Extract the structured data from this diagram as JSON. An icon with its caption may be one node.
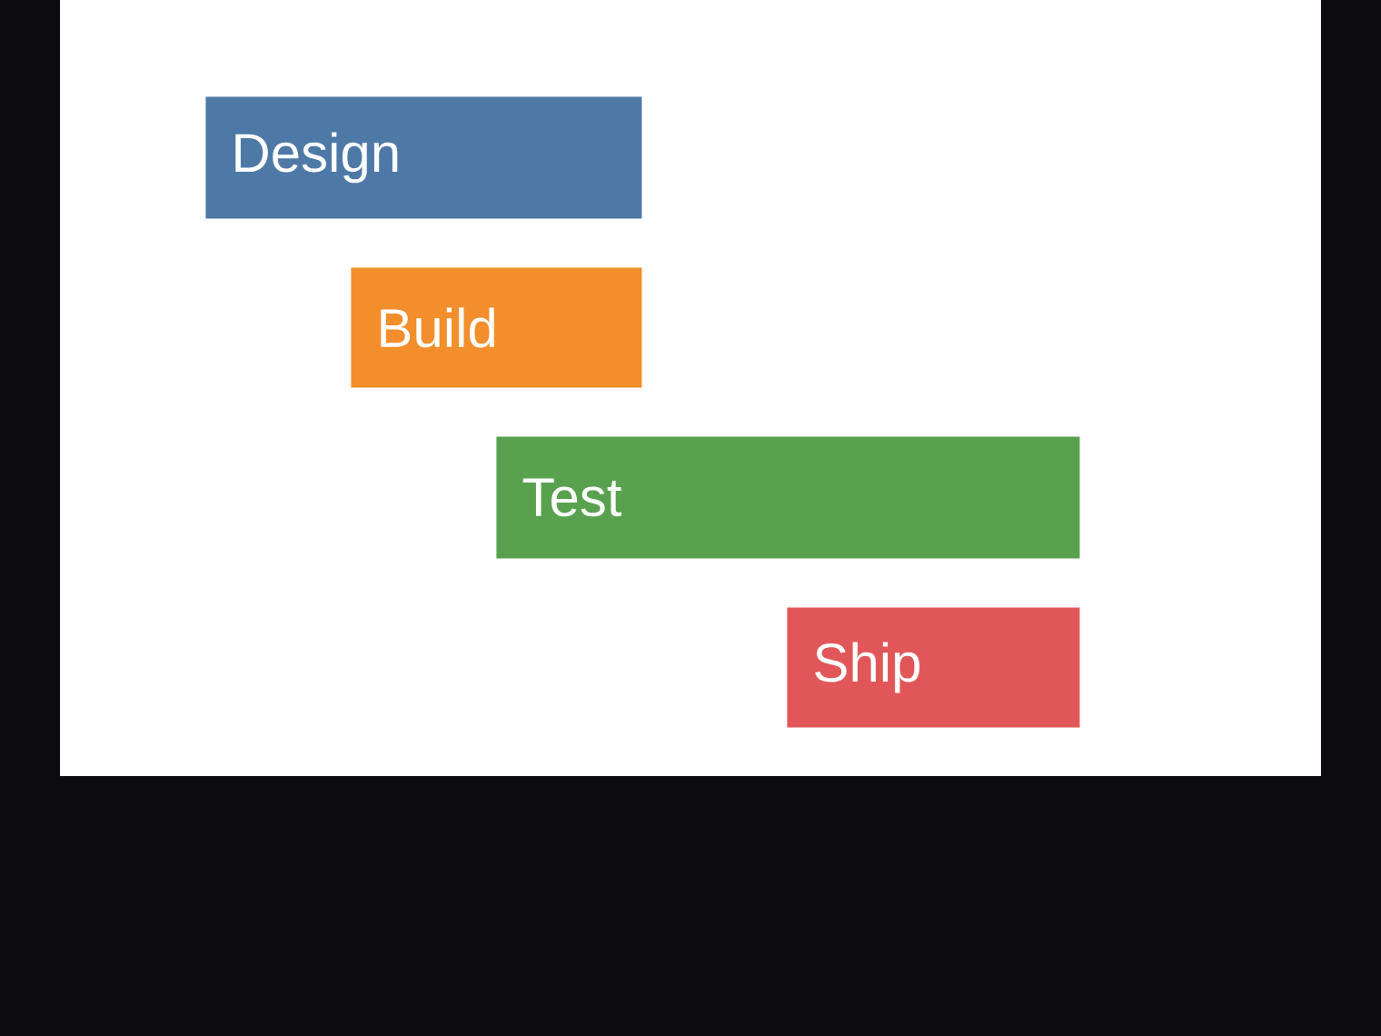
{
  "diagram": {
    "nodes": [
      {
        "text": [
          "Design"
        ]
      },
      {
        "text": [
          "Build"
        ]
      },
      {
        "text": [
          "Test"
        ]
      },
      {
        "text": [
          "Ship"
        ]
      }
    ]
  }
}
